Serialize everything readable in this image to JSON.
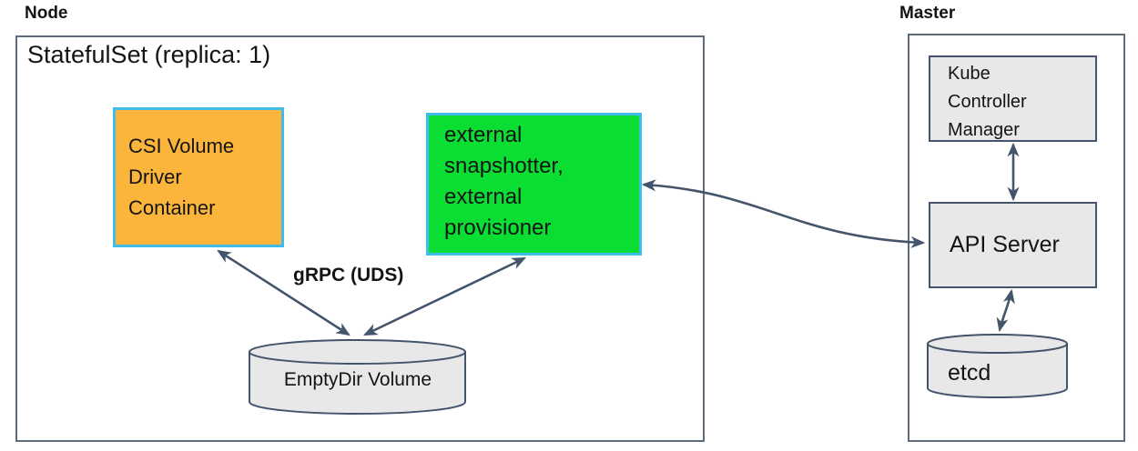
{
  "diagram": {
    "node": {
      "group_label": "Node",
      "statefulset_label": "StatefulSet (replica: 1)",
      "csi_driver_label": "CSI Volume\nDriver\nContainer",
      "sidecars_label": "external\nsnapshotter,\nexternal\nprovisioner",
      "grpc_label": "gRPC (UDS)",
      "emptydir_label": "EmptyDir Volume"
    },
    "master": {
      "group_label": "Master",
      "kcm_label": "Kube\nController\nManager",
      "api_server_label": "API Server",
      "etcd_label": "etcd"
    },
    "edges": [
      {
        "from": "csi-volume-driver-container",
        "to": "emptydir-volume",
        "bidirectional": true,
        "label": "gRPC (UDS)"
      },
      {
        "from": "external-snapshotter-provisioner",
        "to": "emptydir-volume",
        "bidirectional": true,
        "label": "gRPC (UDS)"
      },
      {
        "from": "external-snapshotter-provisioner",
        "to": "api-server",
        "bidirectional": true
      },
      {
        "from": "kube-controller-manager",
        "to": "api-server",
        "bidirectional": true
      },
      {
        "from": "api-server",
        "to": "etcd",
        "bidirectional": true
      }
    ],
    "colors": {
      "driver_fill": "#FCB53B",
      "sidecar_fill": "#0BDE32",
      "container_border": "#3FBCEA",
      "component_fill": "#E8E8E8",
      "component_border": "#44546A",
      "group_border": "#5D6B7A",
      "arrow": "#44546A",
      "text": "#141414"
    }
  }
}
